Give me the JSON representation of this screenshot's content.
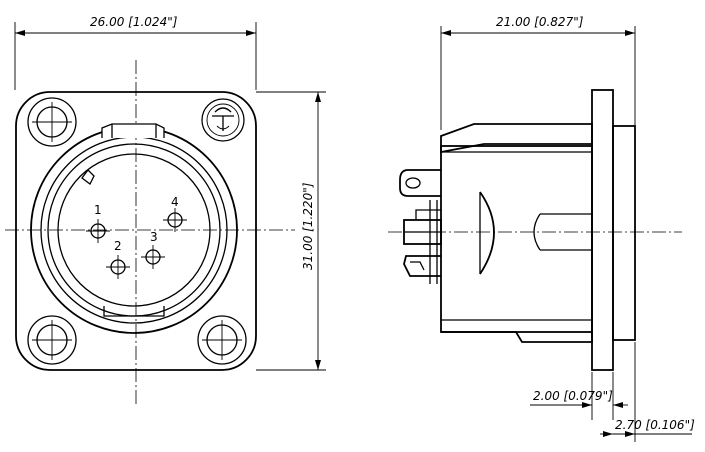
{
  "dimensions": {
    "width": "26.00 [1.024\"]",
    "height": "31.00 [1.220\"]",
    "depth": "21.00 [0.827\"]",
    "flange": "2.00 [0.079\"]",
    "rear_flange": "2.70 [0.106\"]"
  },
  "pins": [
    "1",
    "2",
    "3",
    "4"
  ],
  "colors": {
    "line": "#000000",
    "background": "#ffffff"
  }
}
